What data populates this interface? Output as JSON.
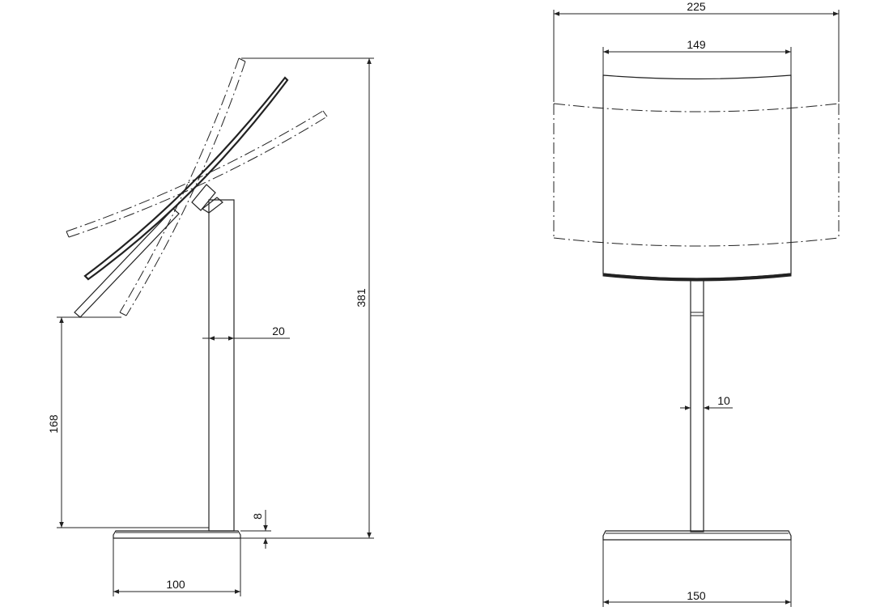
{
  "dimensions": {
    "side_total_height": "381",
    "side_pivot_height": "168",
    "side_base_width": "100",
    "side_base_height": "8",
    "side_stem_width": "20",
    "front_max_width": "225",
    "front_mirror_width": "149",
    "front_base_width": "150",
    "front_stem_width": "10"
  }
}
